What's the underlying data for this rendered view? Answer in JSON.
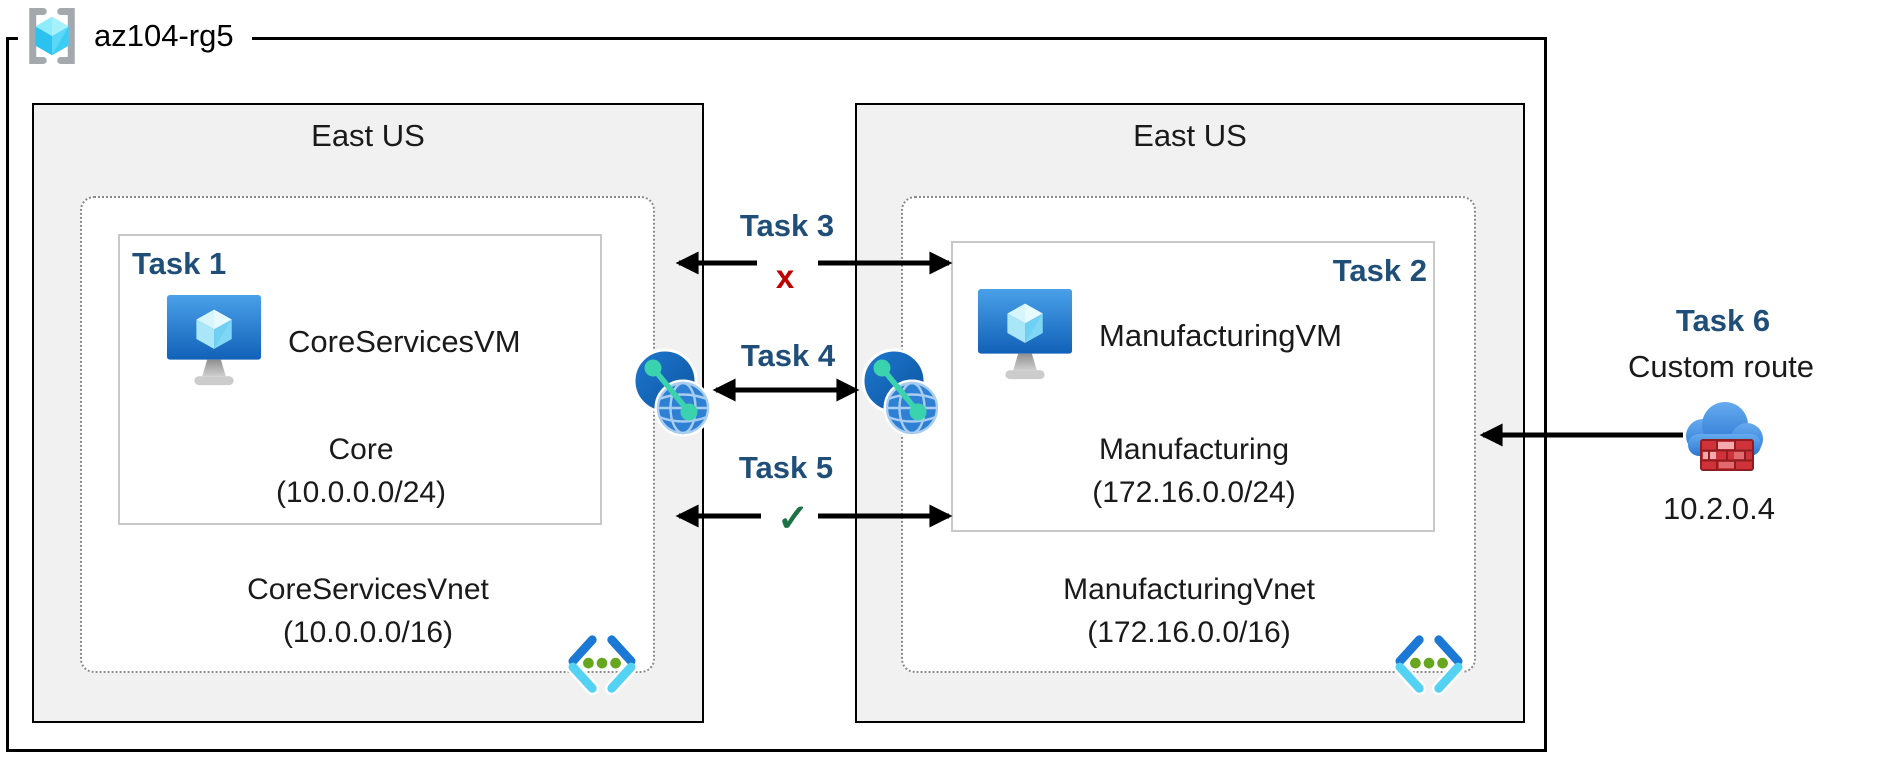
{
  "resource_group": {
    "label": "az104-rg5"
  },
  "regions": {
    "left": {
      "title": "East US",
      "task_label": "Task 1",
      "vm_name": "CoreServicesVM",
      "subnet_name": "Core",
      "subnet_cidr": "(10.0.0.0/24)",
      "vnet_name": "CoreServicesVnet",
      "vnet_cidr": "(10.0.0.0/16)"
    },
    "right": {
      "title": "East US",
      "task_label": "Task 2",
      "vm_name": "ManufacturingVM",
      "subnet_name": "Manufacturing",
      "subnet_cidr": "(172.16.0.0/24)",
      "vnet_name": "ManufacturingVnet",
      "vnet_cidr": "(172.16.0.0/16)"
    }
  },
  "connections": {
    "task3": {
      "label": "Task 3",
      "symbol": "x"
    },
    "task4": {
      "label": "Task 4"
    },
    "task5": {
      "label": "Task 5",
      "symbol": "✓"
    },
    "task6": {
      "label": "Task 6",
      "description": "Custom route",
      "ip": "10.2.0.4"
    }
  },
  "colors": {
    "task_label_blue": "#1F4E79",
    "deny_red": "#C00000",
    "allow_green": "#1E7145",
    "region_fill": "#f1f1f1"
  }
}
